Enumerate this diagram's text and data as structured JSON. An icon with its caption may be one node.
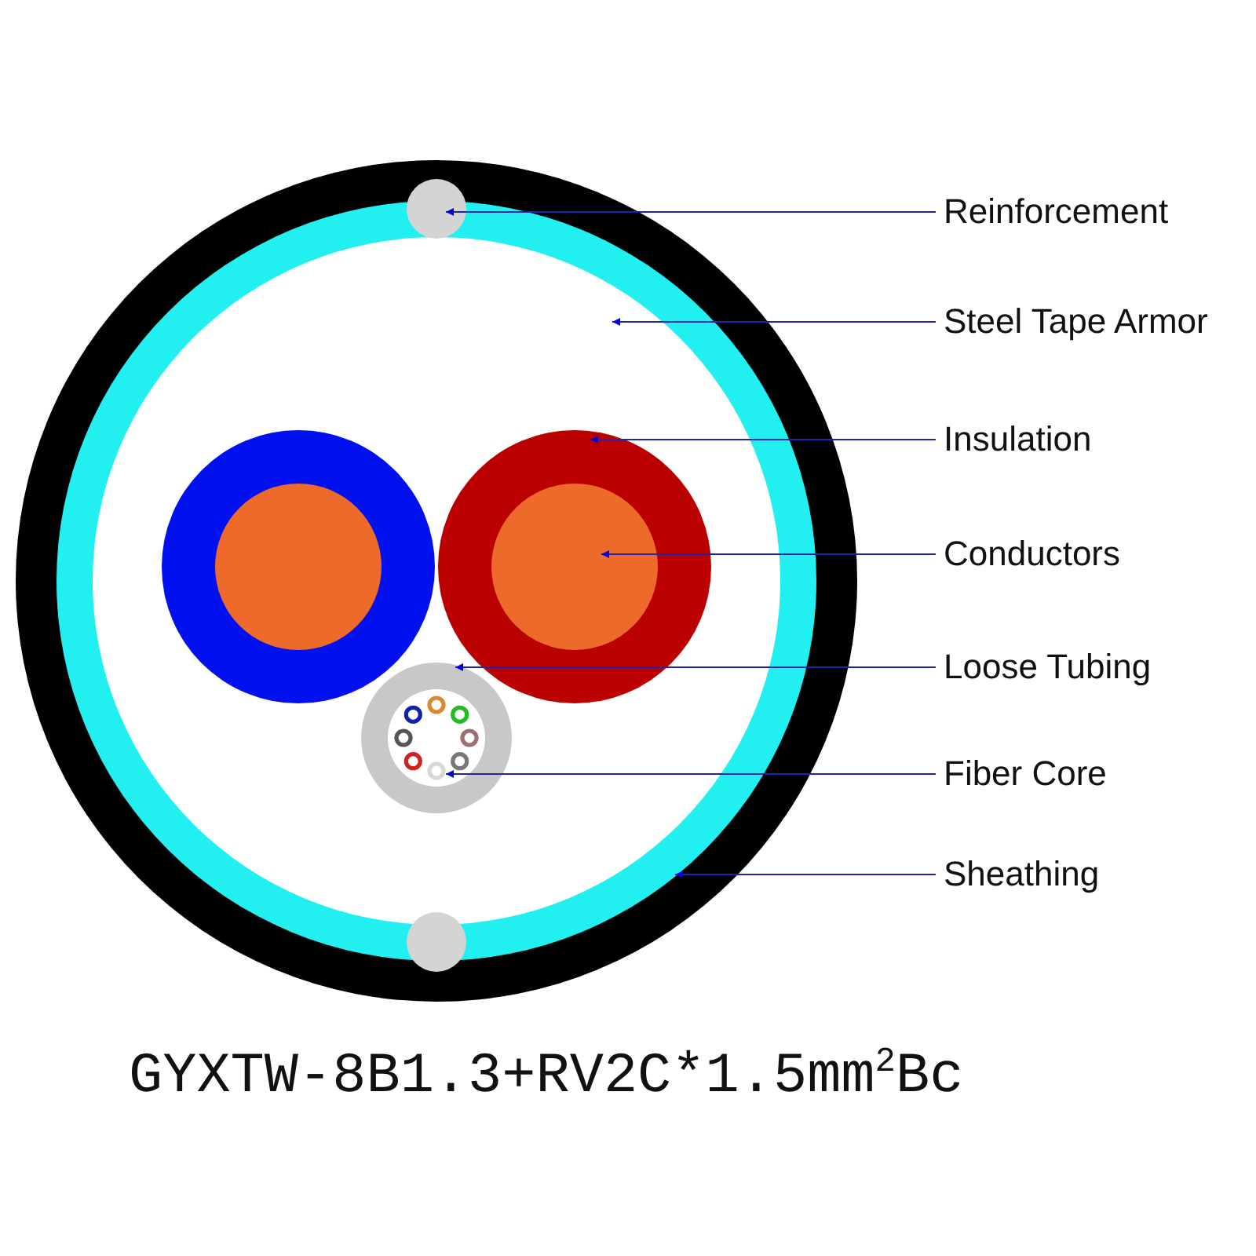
{
  "diagram": {
    "nodes": [
      {
        "text": [
          "Reinforcement"
        ]
      },
      {
        "text": [
          "Steel Tape Armor"
        ]
      },
      {
        "text": [
          "Insulation"
        ]
      },
      {
        "text": [
          "Conductors"
        ]
      },
      {
        "text": [
          "Loose Tubing"
        ]
      },
      {
        "text": [
          "Fiber Core"
        ]
      },
      {
        "text": [
          "Sheathing"
        ]
      }
    ],
    "edges": [
      {
        "from": 0,
        "to": null,
        "arrow": "to"
      },
      {
        "from": 1,
        "to": null,
        "arrow": "to"
      },
      {
        "from": 2,
        "to": null,
        "arrow": "to"
      },
      {
        "from": 3,
        "to": null,
        "arrow": "to"
      },
      {
        "from": 4,
        "to": null,
        "arrow": "to"
      },
      {
        "from": 5,
        "to": null,
        "arrow": "to"
      },
      {
        "from": 6,
        "to": null,
        "arrow": "to"
      }
    ],
    "labels": [
      "GYXTW-8B1.3+RV2C*1.5mm$^{2}$Bc"
    ]
  }
}
